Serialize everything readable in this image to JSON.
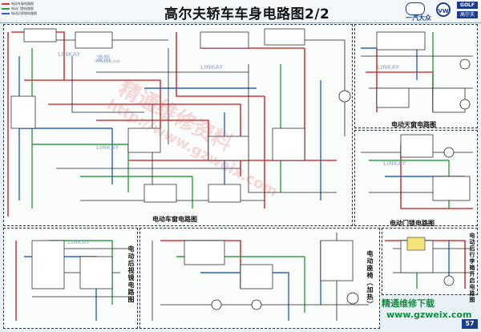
{
  "header": {
    "title": "高尔夫轿车车身电路图2/2",
    "brand": "一汽大众",
    "model_badge": "GOLF",
    "model_name": "高尔夫",
    "vw_mark": "VW",
    "legend": [
      {
        "label": "电动车窗电路图",
        "color": "#d43a3a"
      },
      {
        "label": "电动门锁电路图",
        "color": "#2f9e44"
      },
      {
        "label": "电动后视镜电路图",
        "color": "#2a62c9"
      }
    ]
  },
  "sections": {
    "window": "电动车窗电路图",
    "sunroof": "电动天窗电路图",
    "door_lock": "电动门锁电路图",
    "mirror": "电动后视镜电路图",
    "seat": "电动座椅（加热）",
    "trunk": "电动后行李箱开启电路图"
  },
  "watermarks": {
    "linkay": "LINKAY",
    "lingkai": "凌凯",
    "site": "link168.net",
    "big_text": "精通维修资料",
    "big_url": "http://www.gzweix.com"
  },
  "footer": {
    "brand": "精通维修下载",
    "url": "www.gzweix.com",
    "page": "57"
  },
  "colors": {
    "wire_red": "#d43a3a",
    "wire_green": "#2f9e44",
    "wire_blue": "#2a62c9",
    "wire_black": "#222222",
    "brand_blue": "#1a3c8a"
  }
}
